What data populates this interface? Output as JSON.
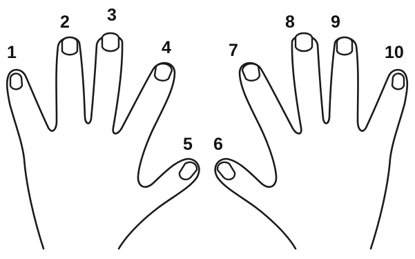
{
  "labels": {
    "f1": "1",
    "f2": "2",
    "f3": "3",
    "f4": "4",
    "f5": "5",
    "f6": "6",
    "f7": "7",
    "f8": "8",
    "f9": "9",
    "f10": "10"
  },
  "colors": {
    "line": "#1a1a1a",
    "background": "#ffffff"
  }
}
